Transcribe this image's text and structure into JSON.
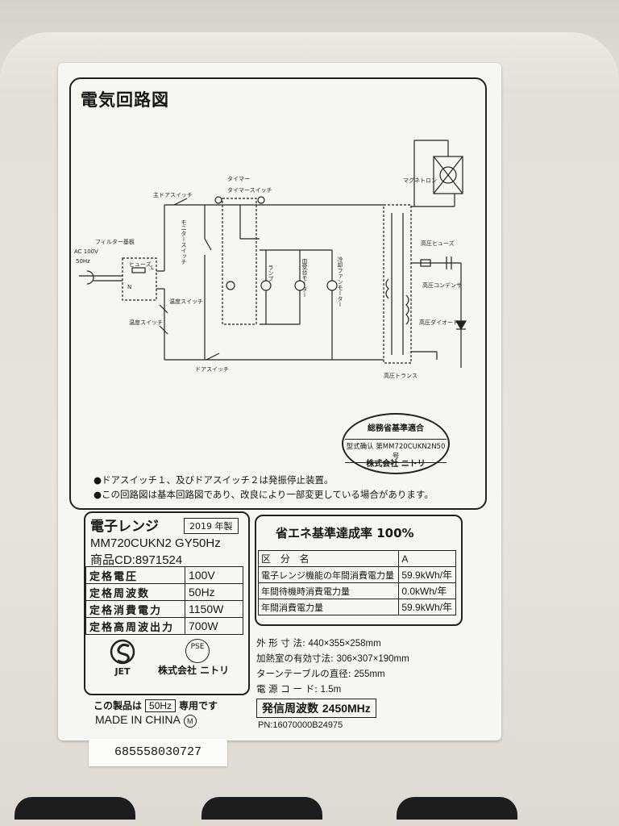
{
  "diagram": {
    "title": "電気回路図",
    "labels": {
      "ac": "AC 100V",
      "hz": "50Hz",
      "filter": "フィルター基板",
      "fuse": "ヒューズ",
      "l": "L",
      "n": "N",
      "main_door": "主ドアスイッチ",
      "monitor": "モニタースイッチ",
      "temp1": "温度スイッチ",
      "temp2": "温度スイッチ",
      "timer": "タイマー",
      "timer_switch": "タイマースイッチ",
      "lamp": "ランプ",
      "turntable_motor": "皿受台モーター",
      "fan_motor": "冷却ファンモーター",
      "door_switch": "ドアスイッチ",
      "hv_transformer": "高圧トランス",
      "magnetron": "マグネトロン",
      "hv_fuse": "高圧ヒューズ",
      "hv_capacitor": "高圧コンデンサ",
      "hv_diode": "高圧ダイオード"
    }
  },
  "cert": {
    "line1": "総務省基準適合",
    "line2": "型式确认 第MM720CUKN2N50号",
    "line3": "株式会社 ニトリ"
  },
  "notes": {
    "n1": "●ドアスイッチ１、及びドアスイッチ２は発振停止装置。",
    "n2": "●この回路図は基本回路図であり、改良により一部変更している場合があります。"
  },
  "spec": {
    "product": "電子レンジ",
    "year": "2019 年製",
    "model": "MM720CUKN2 GY50Hz",
    "code": "商品CD:8971524",
    "rows": [
      {
        "k": "定格電圧",
        "v": "100V"
      },
      {
        "k": "定格周波数",
        "v": "50Hz"
      },
      {
        "k": "定格消費電力",
        "v": "1150W"
      },
      {
        "k": "定格高周波出力",
        "v": "700W"
      }
    ],
    "jet": "JET",
    "pse": "PSE",
    "maker": "株式会社 ニトリ",
    "freq_pre": "この製品は",
    "freq_badge": "50Hz",
    "freq_post": "専用です",
    "made_in": "MADE IN CHINA",
    "made_mark": "M"
  },
  "energy": {
    "header": "省エネ基準達成率 100%",
    "head_k": "区 分 名",
    "head_v": "A",
    "rows": [
      {
        "k": "電子レンジ機能の年間消費電力量",
        "v": "59.9kWh/年"
      },
      {
        "k": "年間待機時消費電力量",
        "v": "0.0kWh/年"
      },
      {
        "k": "年間消費電力量",
        "v": "59.9kWh/年"
      }
    ]
  },
  "dims": [
    {
      "k": "外 形 寸 法:",
      "v": "440×355×258mm"
    },
    {
      "k": "加熱室の有効寸法:",
      "v": "306×307×190mm"
    },
    {
      "k": "ターンテーブルの直径:",
      "v": "255mm"
    },
    {
      "k": "電 源 コ ー ド:",
      "v": "1.5m"
    }
  ],
  "oscillation": {
    "k": "発信周波数",
    "v": "2450MHz"
  },
  "pn": "PN:16070000B24975",
  "barcode": "685558030727"
}
